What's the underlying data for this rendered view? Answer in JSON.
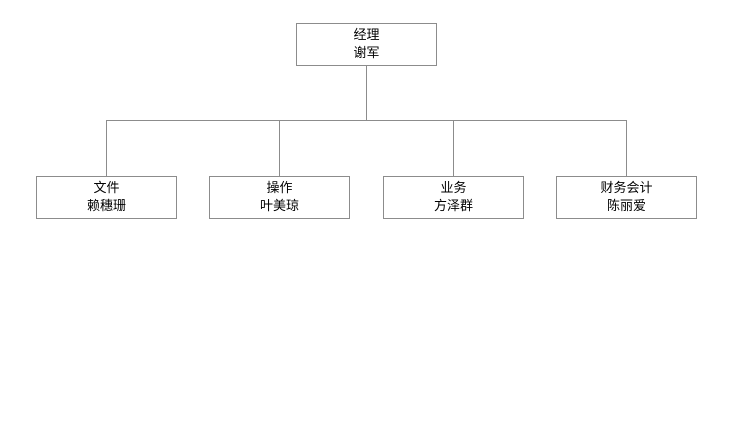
{
  "org_chart": {
    "root": {
      "role": "经理",
      "name": "谢军"
    },
    "children": [
      {
        "role": "文件",
        "name": "赖穗珊"
      },
      {
        "role": "操作",
        "name": "叶美琼"
      },
      {
        "role": "业务",
        "name": "方泽群"
      },
      {
        "role": "财务会计",
        "name": "陈丽爱"
      }
    ]
  }
}
